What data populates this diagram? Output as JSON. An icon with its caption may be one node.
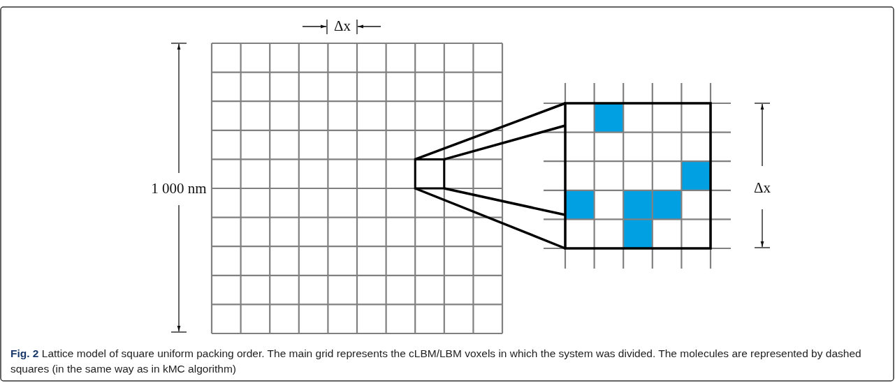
{
  "diagram": {
    "caption": "**Fig. 2** Lattice model of square uniform packing order. The main grid represents the cLBM/LBM voxels in which the system was divided. The molecules are represented by dashed squares (in the same way as in kMC algorithm)",
    "labels": [
      "Δx",
      "1 000 nm",
      "Δx"
    ]
  }
}
